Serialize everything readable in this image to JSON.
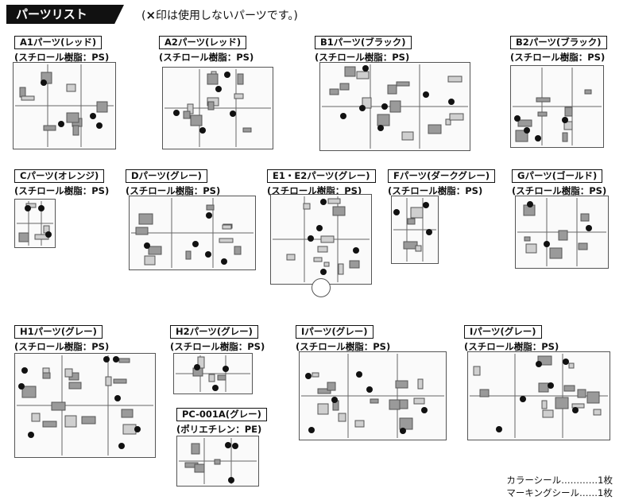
{
  "header": {
    "title": "パーツリスト",
    "note_mark": "×",
    "note": "印は使用しないパーツです。"
  },
  "sections": {
    "A1": {
      "title": "A1パーツ(レッド)",
      "material": "(スチロール樹脂：PS)"
    },
    "A2": {
      "title": "A2パーツ(レッド)",
      "material": "(スチロール樹脂：PS)"
    },
    "B1": {
      "title": "B1パーツ(ブラック)",
      "material": "(スチロール樹脂：PS)"
    },
    "B2": {
      "title": "B2パーツ(ブラック)",
      "material": "(スチロール樹脂：PS)"
    },
    "C": {
      "title": "Cパーツ(オレンジ)",
      "material": "(スチロール樹脂：PS)"
    },
    "D": {
      "title": "Dパーツ(グレー)",
      "material": "(スチロール樹脂：PS)"
    },
    "E": {
      "title": "E1・E2パーツ(グレー)",
      "material": "(スチロール樹脂：PS)"
    },
    "F": {
      "title": "Fパーツ(ダークグレー)",
      "material": "(スチロール樹脂：PS)"
    },
    "G": {
      "title": "Gパーツ(ゴールド)",
      "material": "(スチロール樹脂：PS)"
    },
    "H1": {
      "title": "H1パーツ(グレー)",
      "material": "(スチロール樹脂：PS)"
    },
    "H2": {
      "title": "H2パーツ(グレー)",
      "material": "(スチロール樹脂：PS)"
    },
    "PC": {
      "title": "PC-001A(グレー)",
      "material": "(ポリエチレン：PE)"
    },
    "I1": {
      "title": "Iパーツ(グレー)",
      "material": "(スチロール樹脂：PS)"
    },
    "I2": {
      "title": "Iパーツ(グレー)",
      "material": "(スチロール樹脂：PS)"
    }
  },
  "footer": {
    "color_seal": "カラーシール…………1枚",
    "marking_seal": "マーキングシール……1枚"
  }
}
